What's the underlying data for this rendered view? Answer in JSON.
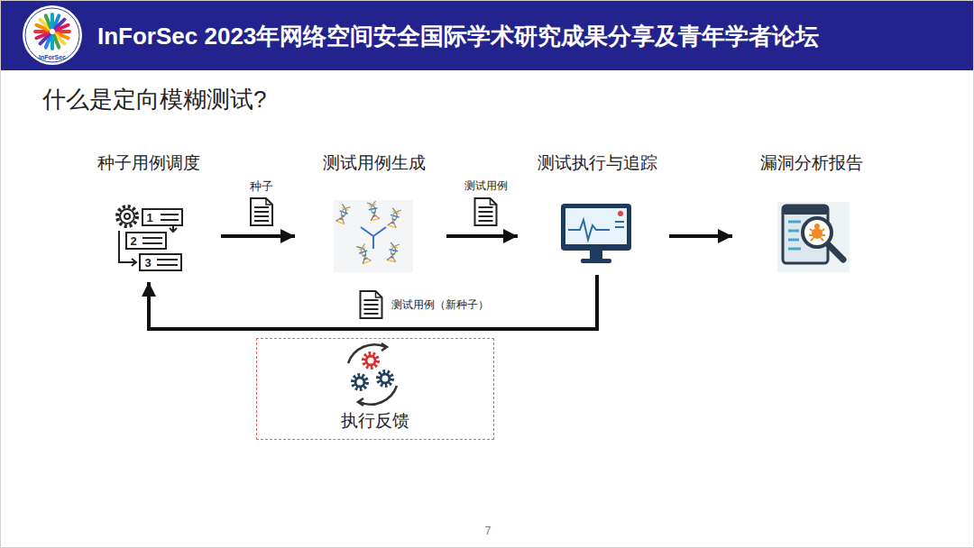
{
  "diagram": {
    "title": "什么是定向模糊测试?",
    "nodes": [
      {
        "text": [
          "种子用例调度"
        ]
      },
      {
        "text": [
          "测试用例生成"
        ]
      },
      {
        "text": [
          "测试执行与追踪"
        ]
      },
      {
        "text": [
          "漏洞分析报告"
        ]
      },
      {
        "text": [
          "执行反馈"
        ]
      }
    ],
    "edges": [
      {
        "from": 0,
        "to": 1,
        "label": "种子",
        "arrow": "to"
      },
      {
        "from": 1,
        "to": 2,
        "label": "测试用例",
        "arrow": "to"
      },
      {
        "from": 2,
        "to": 3,
        "arrow": "to"
      },
      {
        "from": 2,
        "to": 0,
        "label": "测试用例（新种子）",
        "arrow": "to"
      }
    ],
    "labels": [
      "InForSec 2023年网络空间安全国际学术研究成果分享及青年学者论坛",
      "InForSec",
      "1",
      "2",
      "3",
      "7"
    ]
  }
}
